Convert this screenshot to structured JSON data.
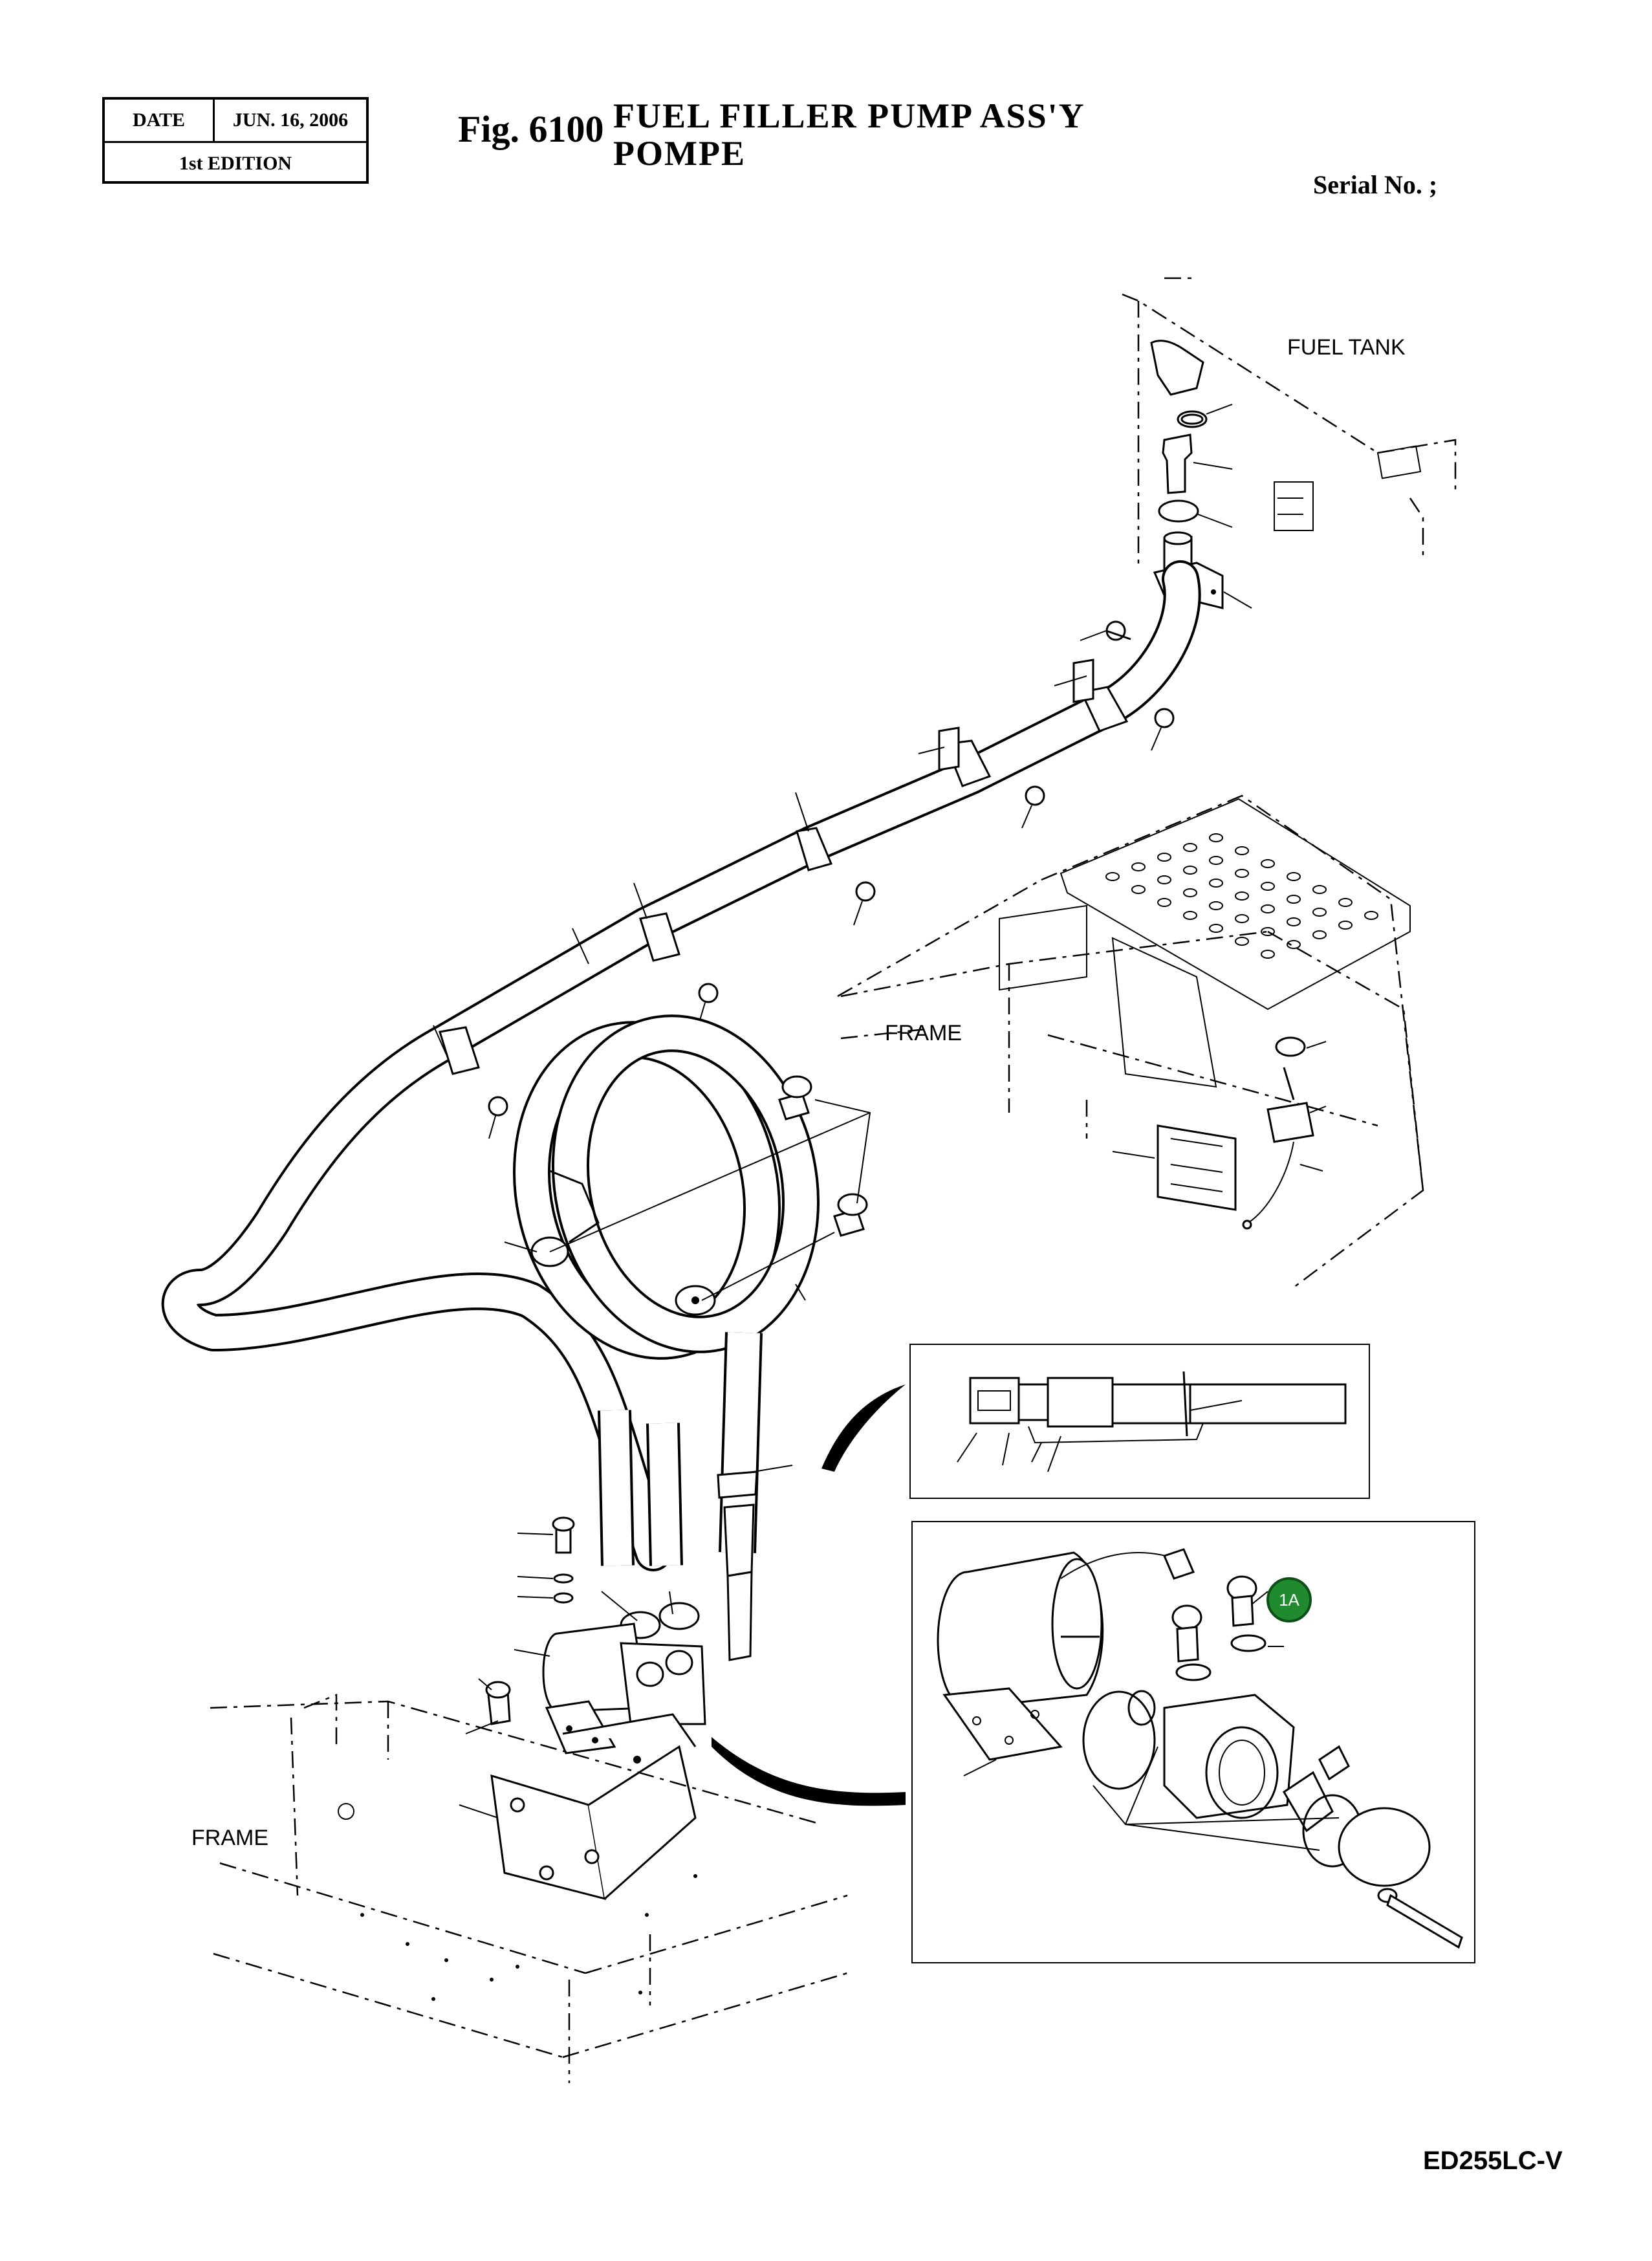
{
  "header": {
    "date_label": "DATE",
    "date_value": "JUN. 16, 2006",
    "edition": "1st EDITION",
    "fig_number": "Fig. 6100",
    "title_line1": "FUEL  FILLER  PUMP  ASS'Y",
    "title_line2": "POMPE",
    "serial_label": "Serial No. ;"
  },
  "labels": {
    "fuel_tank": "FUEL TANK",
    "frame_upper": "FRAME",
    "frame_lower": "FRAME",
    "callout": "1A"
  },
  "footer": {
    "model": "ED255LC-V"
  },
  "colors": {
    "line": "#000000",
    "callout_fill": "#1f8a2e"
  }
}
